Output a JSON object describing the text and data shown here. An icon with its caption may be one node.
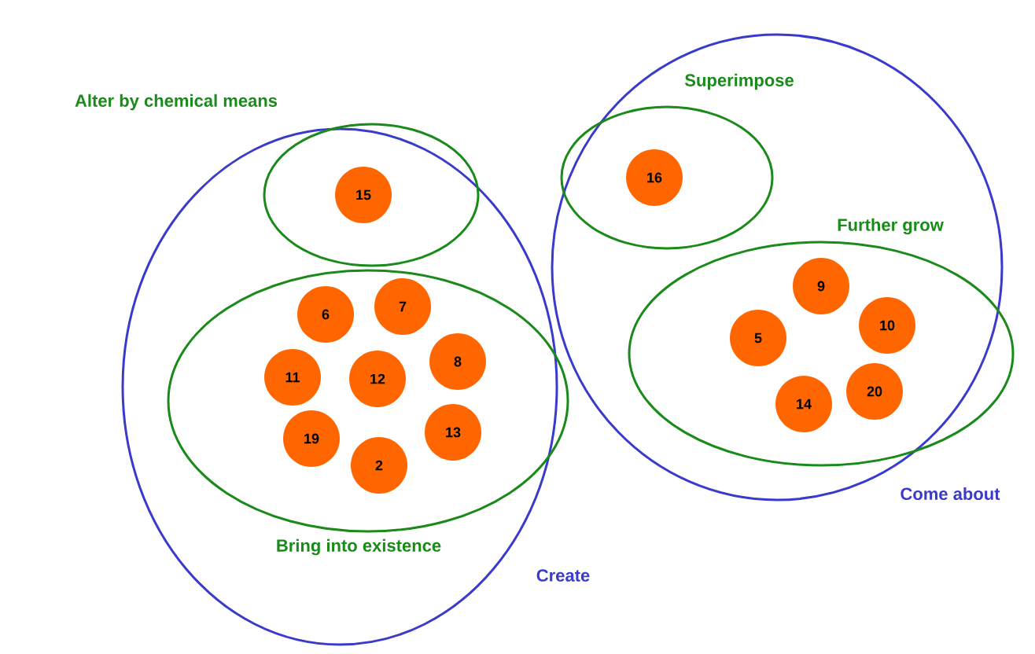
{
  "diagram": {
    "nodes": [
      {
        "text": [
          "Create"
        ]
      },
      {
        "text": [
          "Alter by chemical means"
        ],
        "in": 0
      },
      {
        "text": [
          "15"
        ],
        "in": 1
      },
      {
        "text": [
          "Bring into existence"
        ],
        "in": 0
      },
      {
        "text": [
          "6"
        ],
        "in": 3
      },
      {
        "text": [
          "7"
        ],
        "in": 3
      },
      {
        "text": [
          "11"
        ],
        "in": 3
      },
      {
        "text": [
          "12"
        ],
        "in": 3
      },
      {
        "text": [
          "8"
        ],
        "in": 3
      },
      {
        "text": [
          "19"
        ],
        "in": 3
      },
      {
        "text": [
          "13"
        ],
        "in": 3
      },
      {
        "text": [
          "2"
        ],
        "in": 3
      },
      {
        "text": [
          "Come about"
        ]
      },
      {
        "text": [
          "Superimpose"
        ],
        "in": 12
      },
      {
        "text": [
          "16"
        ],
        "in": 13
      },
      {
        "text": [
          "Further grow"
        ],
        "in": 12
      },
      {
        "text": [
          "9"
        ],
        "in": 15
      },
      {
        "text": [
          "5"
        ],
        "in": 15
      },
      {
        "text": [
          "10"
        ],
        "in": 15
      },
      {
        "text": [
          "14"
        ],
        "in": 15
      },
      {
        "text": [
          "20"
        ],
        "in": 15
      }
    ]
  }
}
